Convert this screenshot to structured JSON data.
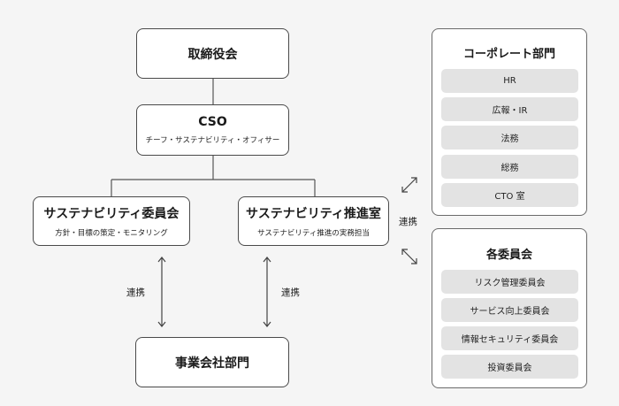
{
  "nodes": {
    "board": {
      "title": "取締役会"
    },
    "cso": {
      "title": "CSO",
      "subtitle": "チーフ・サステナビリティ・オフィサー"
    },
    "committee": {
      "title": "サステナビリティ委員会",
      "subtitle": "方針・目標の策定・モニタリング"
    },
    "office": {
      "title": "サステナビリティ推進室",
      "subtitle": "サステナビリティ推進の実務担当"
    },
    "business": {
      "title": "事業会社部門"
    }
  },
  "corporate": {
    "title": "コーポレート部門",
    "items": [
      "HR",
      "広報・IR",
      "法務",
      "総務",
      "CTO 室"
    ]
  },
  "committees": {
    "title": "各委員会",
    "items": [
      "リスク管理委員会",
      "サービス向上委員会",
      "情報セキュリティ委員会",
      "投資委員会"
    ]
  },
  "labels": {
    "link_left": "連携",
    "link_mid": "連携",
    "link_right": "連携"
  }
}
